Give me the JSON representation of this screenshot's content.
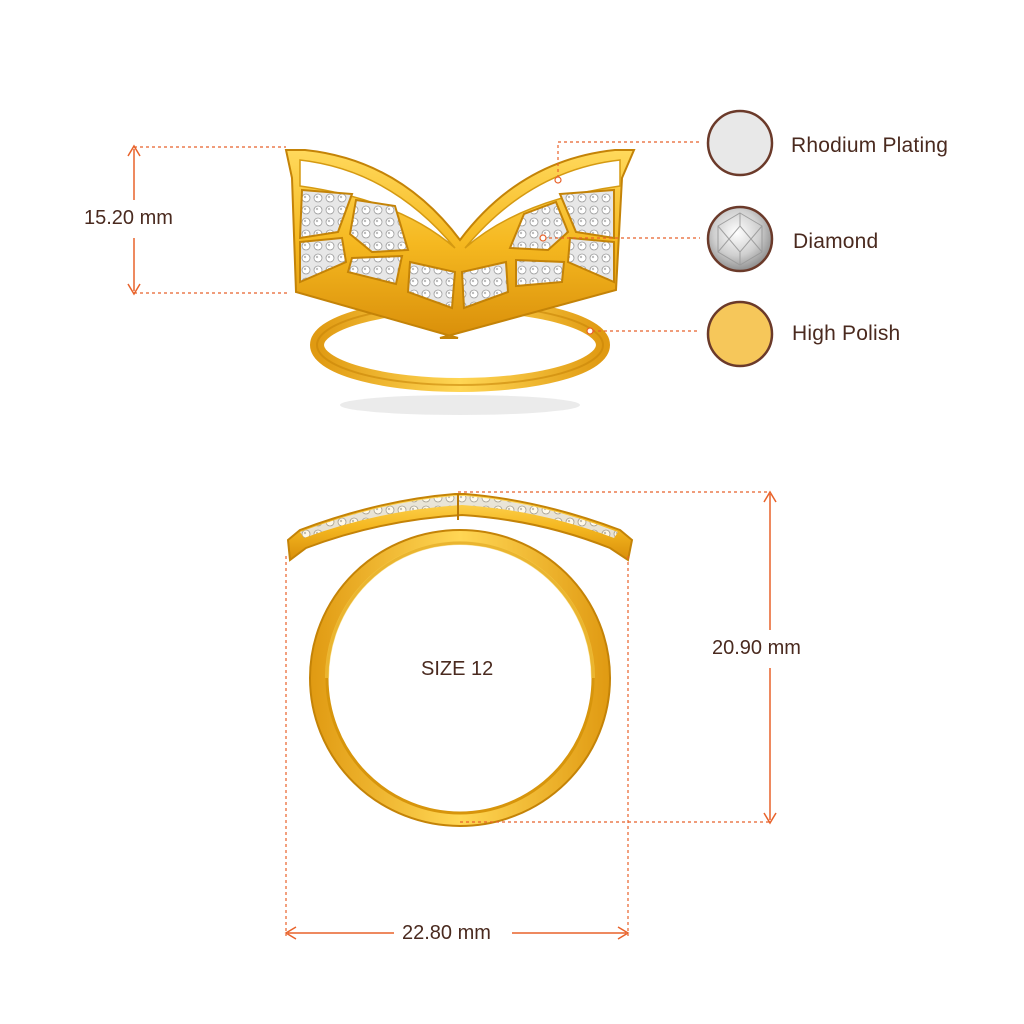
{
  "dimensions": {
    "height_top": "15.20 mm",
    "height_side": "20.90 mm",
    "width": "22.80 mm",
    "size": "SIZE 12"
  },
  "legend": {
    "items": [
      {
        "label": "Rhodium Plating",
        "swatch": "#e6e6e6",
        "icon": "rhodium-swatch-icon"
      },
      {
        "label": "Diamond",
        "swatch": "#d9d9d9",
        "icon": "diamond-swatch-icon"
      },
      {
        "label": "High Polish",
        "swatch": "#f6c75a",
        "icon": "high-polish-swatch-icon"
      }
    ]
  },
  "colors": {
    "dimension_line": "#e8622a",
    "text": "#4a2a1f",
    "gold": "#f2b721",
    "gold_dark": "#d18e0b",
    "swatch_ring": "#6b3a2a"
  }
}
